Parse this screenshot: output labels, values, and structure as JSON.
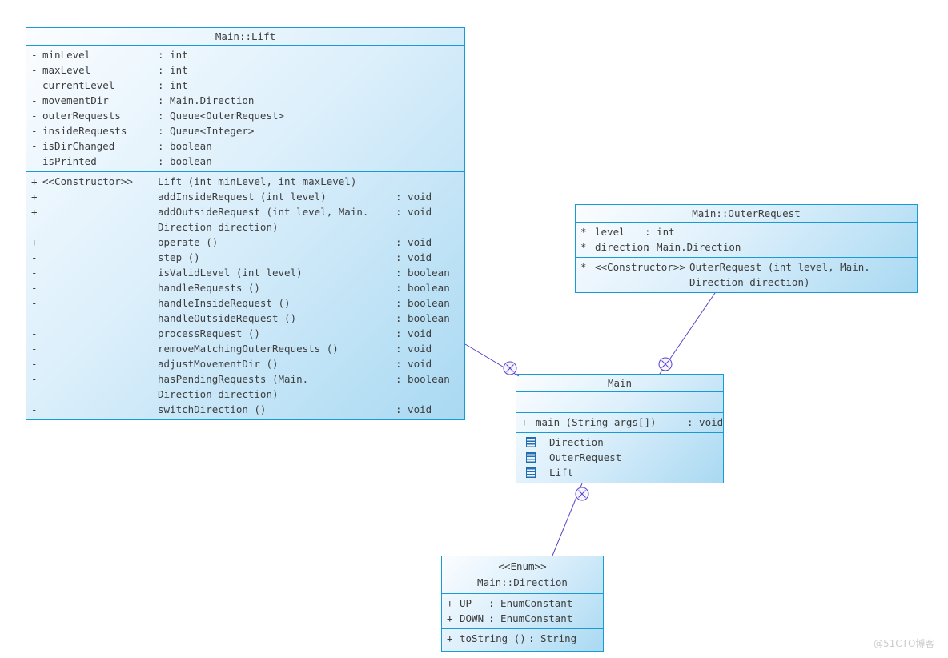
{
  "colors": {
    "box_border": "#169bd5",
    "box_fill_light": "#fbfdff",
    "box_fill_dark": "#a9d9f2",
    "connector": "#5b43c8",
    "text": "#3d3d3d"
  },
  "icons": {
    "containment_anchor": "circled-x",
    "nested_class_icon": "list-lines"
  },
  "watermark": "@51CTO博客",
  "lift": {
    "title": "Main::Lift",
    "attributes": [
      {
        "vis": "-",
        "name": "minLevel",
        "type": ": int"
      },
      {
        "vis": "-",
        "name": "maxLevel",
        "type": ": int"
      },
      {
        "vis": "-",
        "name": "currentLevel",
        "type": ": int"
      },
      {
        "vis": "-",
        "name": "movementDir",
        "type": ": Main.Direction"
      },
      {
        "vis": "-",
        "name": "outerRequests",
        "type": ": Queue<OuterRequest>"
      },
      {
        "vis": "-",
        "name": "insideRequests",
        "type": ": Queue<Integer>"
      },
      {
        "vis": "-",
        "name": "isDirChanged",
        "type": ": boolean"
      },
      {
        "vis": "-",
        "name": "isPrinted",
        "type": ": boolean"
      }
    ],
    "methods": [
      {
        "vis": "+",
        "stereo": "<<Constructor>>",
        "line1": "Lift (int minLevel, int maxLevel)"
      },
      {
        "vis": "+",
        "stereo": "",
        "line1": "addInsideRequest (int level)",
        "ret": ": void"
      },
      {
        "vis": "+",
        "stereo": "",
        "line1": "addOutsideRequest (int level, Main.",
        "line2": "Direction direction)",
        "ret": ": void"
      },
      {
        "vis": "+",
        "stereo": "",
        "line1": "operate ()",
        "ret": ": void"
      },
      {
        "vis": "-",
        "stereo": "",
        "line1": "step ()",
        "ret": ": void"
      },
      {
        "vis": "-",
        "stereo": "",
        "line1": "isValidLevel (int level)",
        "ret": ": boolean"
      },
      {
        "vis": "-",
        "stereo": "",
        "line1": "handleRequests ()",
        "ret": ": boolean"
      },
      {
        "vis": "-",
        "stereo": "",
        "line1": "handleInsideRequest ()",
        "ret": ": boolean"
      },
      {
        "vis": "-",
        "stereo": "",
        "line1": "handleOutsideRequest ()",
        "ret": ": boolean"
      },
      {
        "vis": "-",
        "stereo": "",
        "line1": "processRequest ()",
        "ret": ": void"
      },
      {
        "vis": "-",
        "stereo": "",
        "line1": "removeMatchingOuterRequests ()",
        "ret": ": void"
      },
      {
        "vis": "-",
        "stereo": "",
        "line1": "adjustMovementDir ()",
        "ret": ": void"
      },
      {
        "vis": "-",
        "stereo": "",
        "line1": "hasPendingRequests (Main.",
        "line2": "Direction direction)",
        "ret": ": boolean"
      },
      {
        "vis": "-",
        "stereo": "",
        "line1": "switchDirection ()",
        "ret": ": void"
      }
    ]
  },
  "outer_request": {
    "title": "Main::OuterRequest",
    "attributes": [
      {
        "vis": "*",
        "name": "level",
        "type": ": int"
      },
      {
        "vis": "*",
        "name": "direction",
        "type": ": Main.Direction"
      }
    ],
    "methods": [
      {
        "vis": "*",
        "stereo": "<<Constructor>>",
        "line1": "OuterRequest (int level, Main.",
        "line2": "Direction direction)"
      }
    ]
  },
  "main": {
    "title": "Main",
    "methods": [
      {
        "vis": "+",
        "sig": "main (String args[])",
        "ret": ": void"
      }
    ],
    "nested": [
      {
        "label": "Direction"
      },
      {
        "label": "OuterRequest"
      },
      {
        "label": "Lift"
      }
    ]
  },
  "direction": {
    "stereotype": "<<Enum>>",
    "title": "Main::Direction",
    "attributes": [
      {
        "vis": "+",
        "name": "UP",
        "type": ": EnumConstant"
      },
      {
        "vis": "+",
        "name": "DOWN",
        "type": ": EnumConstant"
      }
    ],
    "methods": [
      {
        "vis": "+",
        "sig": "toString ()",
        "ret": ": String"
      }
    ]
  }
}
